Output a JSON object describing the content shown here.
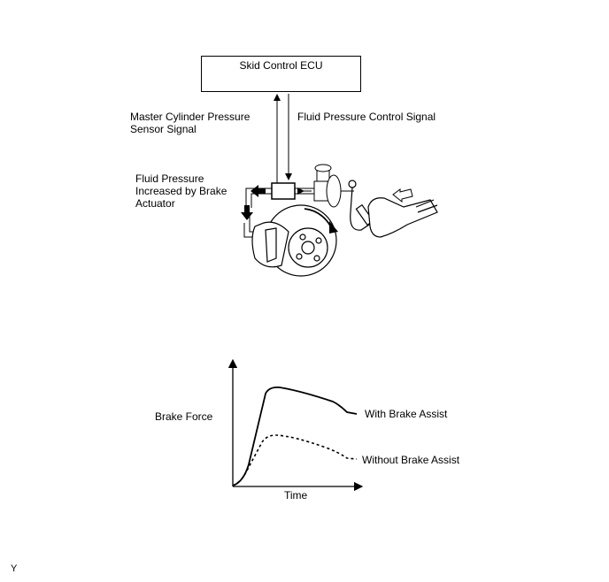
{
  "diagram": {
    "ecu_label": "Skid Control ECU",
    "label_master_cylinder": "Master Cylinder Pressure\nSensor Signal",
    "label_control_signal": "Fluid Pressure Control Signal",
    "label_fluid_pressure": "Fluid Pressure\nIncreased by Brake\nActuator"
  },
  "graph": {
    "y_label": "Brake Force",
    "x_label": "Time",
    "series_with": "With Brake Assist",
    "series_without": "Without Brake Assist"
  },
  "corner_mark": "Y"
}
